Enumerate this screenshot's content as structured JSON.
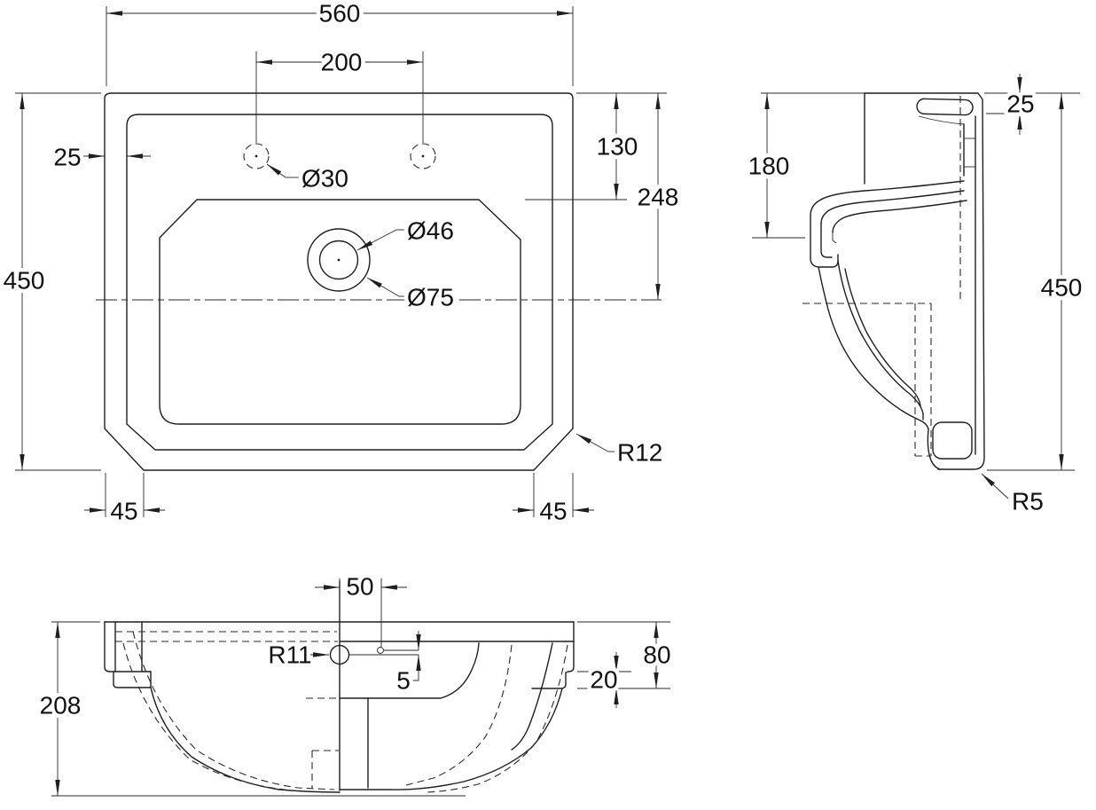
{
  "drawing": {
    "type": "basin technical drawing",
    "dims": {
      "plan": {
        "width": "560",
        "hole_spacing": "200",
        "edge_offset": "25",
        "depth": "450",
        "hole_line": "130",
        "center_line": "248",
        "chamfer_left": "45",
        "chamfer_right": "45",
        "tap_hole": "Ø30",
        "waste_inner": "Ø46",
        "waste_outer": "Ø75",
        "corner_radius": "R12"
      },
      "side": {
        "top_offset": "25",
        "front_height": "180",
        "depth": "450",
        "bottom_radius": "R5"
      },
      "front": {
        "height": "208",
        "overflow_offset": "50",
        "overflow_radius": "R11",
        "hole_offset": "5",
        "rim_band": "80",
        "ledge": "20"
      }
    }
  }
}
